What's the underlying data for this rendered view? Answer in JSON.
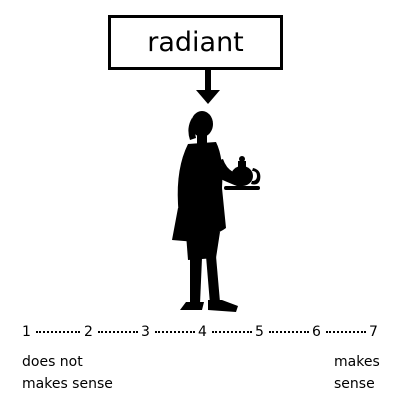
{
  "word": "radiant",
  "scale": {
    "points": [
      "1",
      "2",
      "3",
      "4",
      "5",
      "6",
      "7"
    ],
    "left_label_line1": "does not",
    "left_label_line2": "makes sense",
    "right_label_line1": "makes",
    "right_label_line2": "sense"
  },
  "icons": {
    "arrow": "down-arrow-icon",
    "figure": "butler-with-teapot-silhouette"
  }
}
